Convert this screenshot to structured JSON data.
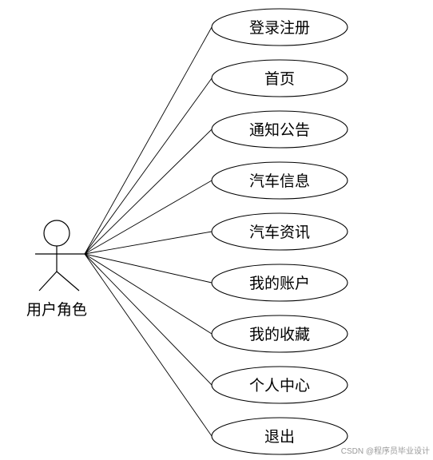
{
  "actor": {
    "label": "用户角色"
  },
  "use_cases": [
    {
      "label": "登录注册"
    },
    {
      "label": "首页"
    },
    {
      "label": "通知公告"
    },
    {
      "label": "汽车信息"
    },
    {
      "label": "汽车资讯"
    },
    {
      "label": "我的账户"
    },
    {
      "label": "我的收藏"
    },
    {
      "label": "个人中心"
    },
    {
      "label": "退出"
    }
  ],
  "watermark": "CSDN @程序员毕业设计",
  "colors": {
    "stroke": "#000000",
    "fill": "#ffffff",
    "watermark": "#999999"
  }
}
